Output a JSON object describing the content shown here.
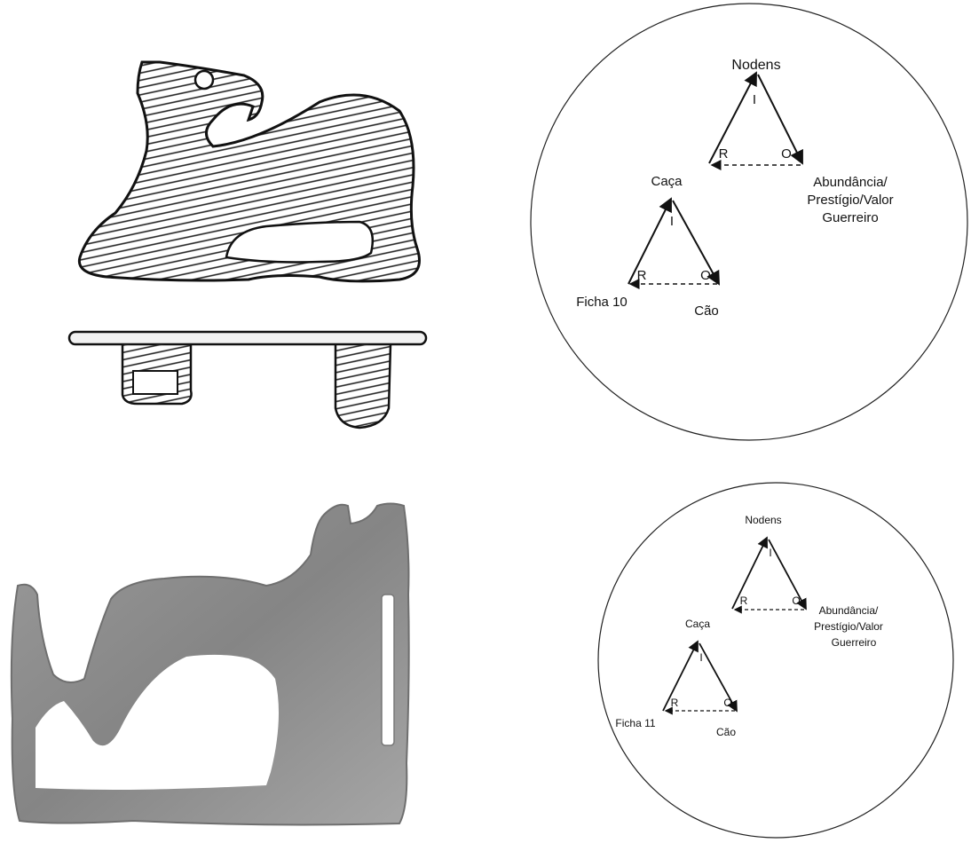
{
  "diagram_top": {
    "apex": "Nodens",
    "upper_tri": {
      "i": "I",
      "r": "R",
      "o": "O"
    },
    "right_label": [
      "Abundância/",
      "Prestígio/Valor",
      "Guerreiro"
    ],
    "middle_label": "Caça",
    "lower_tri": {
      "i": "I",
      "r": "R",
      "o": "O"
    },
    "bottom_left": "Ficha 10",
    "bottom_right": "Cão"
  },
  "diagram_bottom": {
    "apex": "Nodens",
    "upper_tri": {
      "i": "I",
      "r": "R",
      "o": "O"
    },
    "right_label": [
      "Abundância/",
      "Prestígio/Valor",
      "Guerreiro"
    ],
    "middle_label": "Caça",
    "lower_tri": {
      "i": "I",
      "r": "R",
      "o": "O"
    },
    "bottom_left": "Ficha 11",
    "bottom_right": "Cão"
  }
}
